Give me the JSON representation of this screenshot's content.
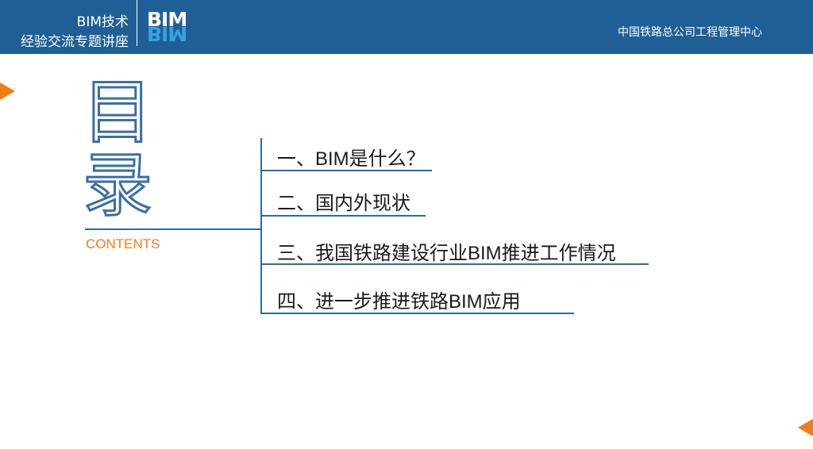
{
  "header": {
    "brand_line1": "BIM技术",
    "brand_line2": "经验交流专题讲座",
    "logo_text": "BIM",
    "org_name": "中国铁路总公司工程管理中心",
    "background_color": "#1f5f96"
  },
  "toc": {
    "title": "目录",
    "title_char1": "目",
    "title_char2": "录",
    "subtitle": "CONTENTS",
    "items": [
      {
        "label": "一、BIM是什么？"
      },
      {
        "label": "二、国内外现状"
      },
      {
        "label": "三、我国铁路建设行业BIM推进工作情况"
      },
      {
        "label": "四、进一步推进铁路BIM应用"
      }
    ],
    "accent_color": "#f07c1b",
    "line_color": "#2f6aa3"
  },
  "decorations": {
    "left_marker": "triangle-right-icon",
    "right_marker": "triangle-left-icon"
  }
}
